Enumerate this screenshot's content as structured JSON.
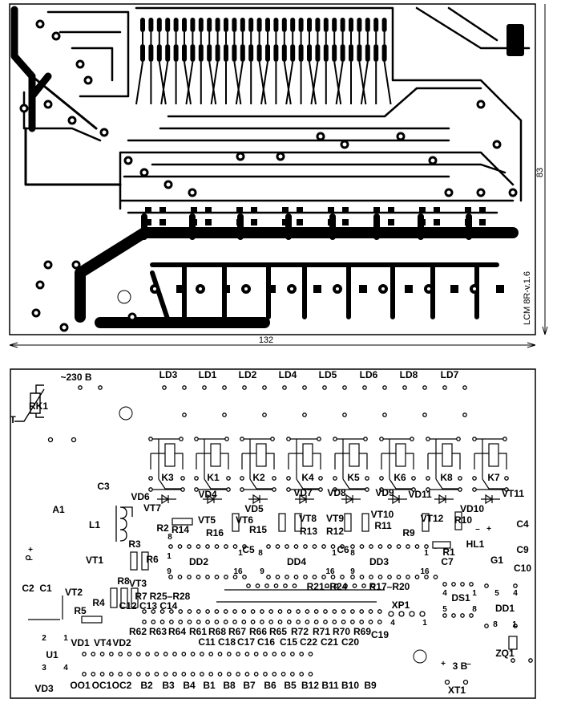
{
  "copper_view": {
    "width_dim": "132",
    "height_dim": "83",
    "board_label": "LCM 8R-v.1.6"
  },
  "assembly": {
    "labels": [
      "~230 B",
      "LD3",
      "LD1",
      "LD2",
      "LD4",
      "LD5",
      "LD6",
      "LD8",
      "LD7",
      "RK1",
      "T",
      "K3",
      "K1",
      "K2",
      "K4",
      "K5",
      "K6",
      "K8",
      "K7",
      "C3",
      "VD6",
      "VD4",
      "VD5",
      "VD7",
      "VD8",
      "VD9",
      "VD11",
      "VT11",
      "VD10",
      "VT7",
      "A1",
      "L1",
      "VT5",
      "VT6",
      "VT8",
      "VT9",
      "VT10",
      "VT12",
      "R2",
      "R14",
      "R16",
      "R15",
      "R13",
      "R12",
      "R11",
      "R9",
      "R10",
      "C4",
      "HL1",
      "R1",
      "C9",
      "R3",
      "VT1",
      "R6",
      "DD2",
      "C5",
      "DD4",
      "C6",
      "DD3",
      "C7",
      "G1",
      "C10",
      "C2",
      "C1",
      "VT2",
      "R8",
      "VT3",
      "R4",
      "R7",
      "R25–R28",
      "C12 C13 C14",
      "R5",
      "R21–R24",
      "R17–R20",
      "XP1",
      "DS1",
      "DD1",
      "R62",
      "R63",
      "R64",
      "R61",
      "R68",
      "R67",
      "R66",
      "R65",
      "R72",
      "R71",
      "R70",
      "R69",
      "C19",
      "C11",
      "C18",
      "C17",
      "C16",
      "C15",
      "C22",
      "C21",
      "C20",
      "VD1",
      "VT4",
      "VD2",
      "U1",
      "VD3",
      "OO1",
      "OC1",
      "OC2",
      "B2",
      "B3",
      "B4",
      "B1",
      "B8",
      "B7",
      "B6",
      "B5",
      "B12",
      "B11",
      "B10",
      "B9",
      "ZQ1",
      "3 B",
      "XT1"
    ],
    "pin_numbers": [
      "1",
      "8",
      "16",
      "9",
      "1",
      "8",
      "16",
      "9",
      "1",
      "8",
      "16",
      "9",
      "1",
      "16",
      "8",
      "9",
      "2",
      "1",
      "3",
      "4",
      "4",
      "1",
      "4",
      "1",
      "5",
      "8",
      "5",
      "4",
      "8",
      "1",
      "+",
      "–",
      "–",
      "+",
      "+",
      "–"
    ]
  }
}
